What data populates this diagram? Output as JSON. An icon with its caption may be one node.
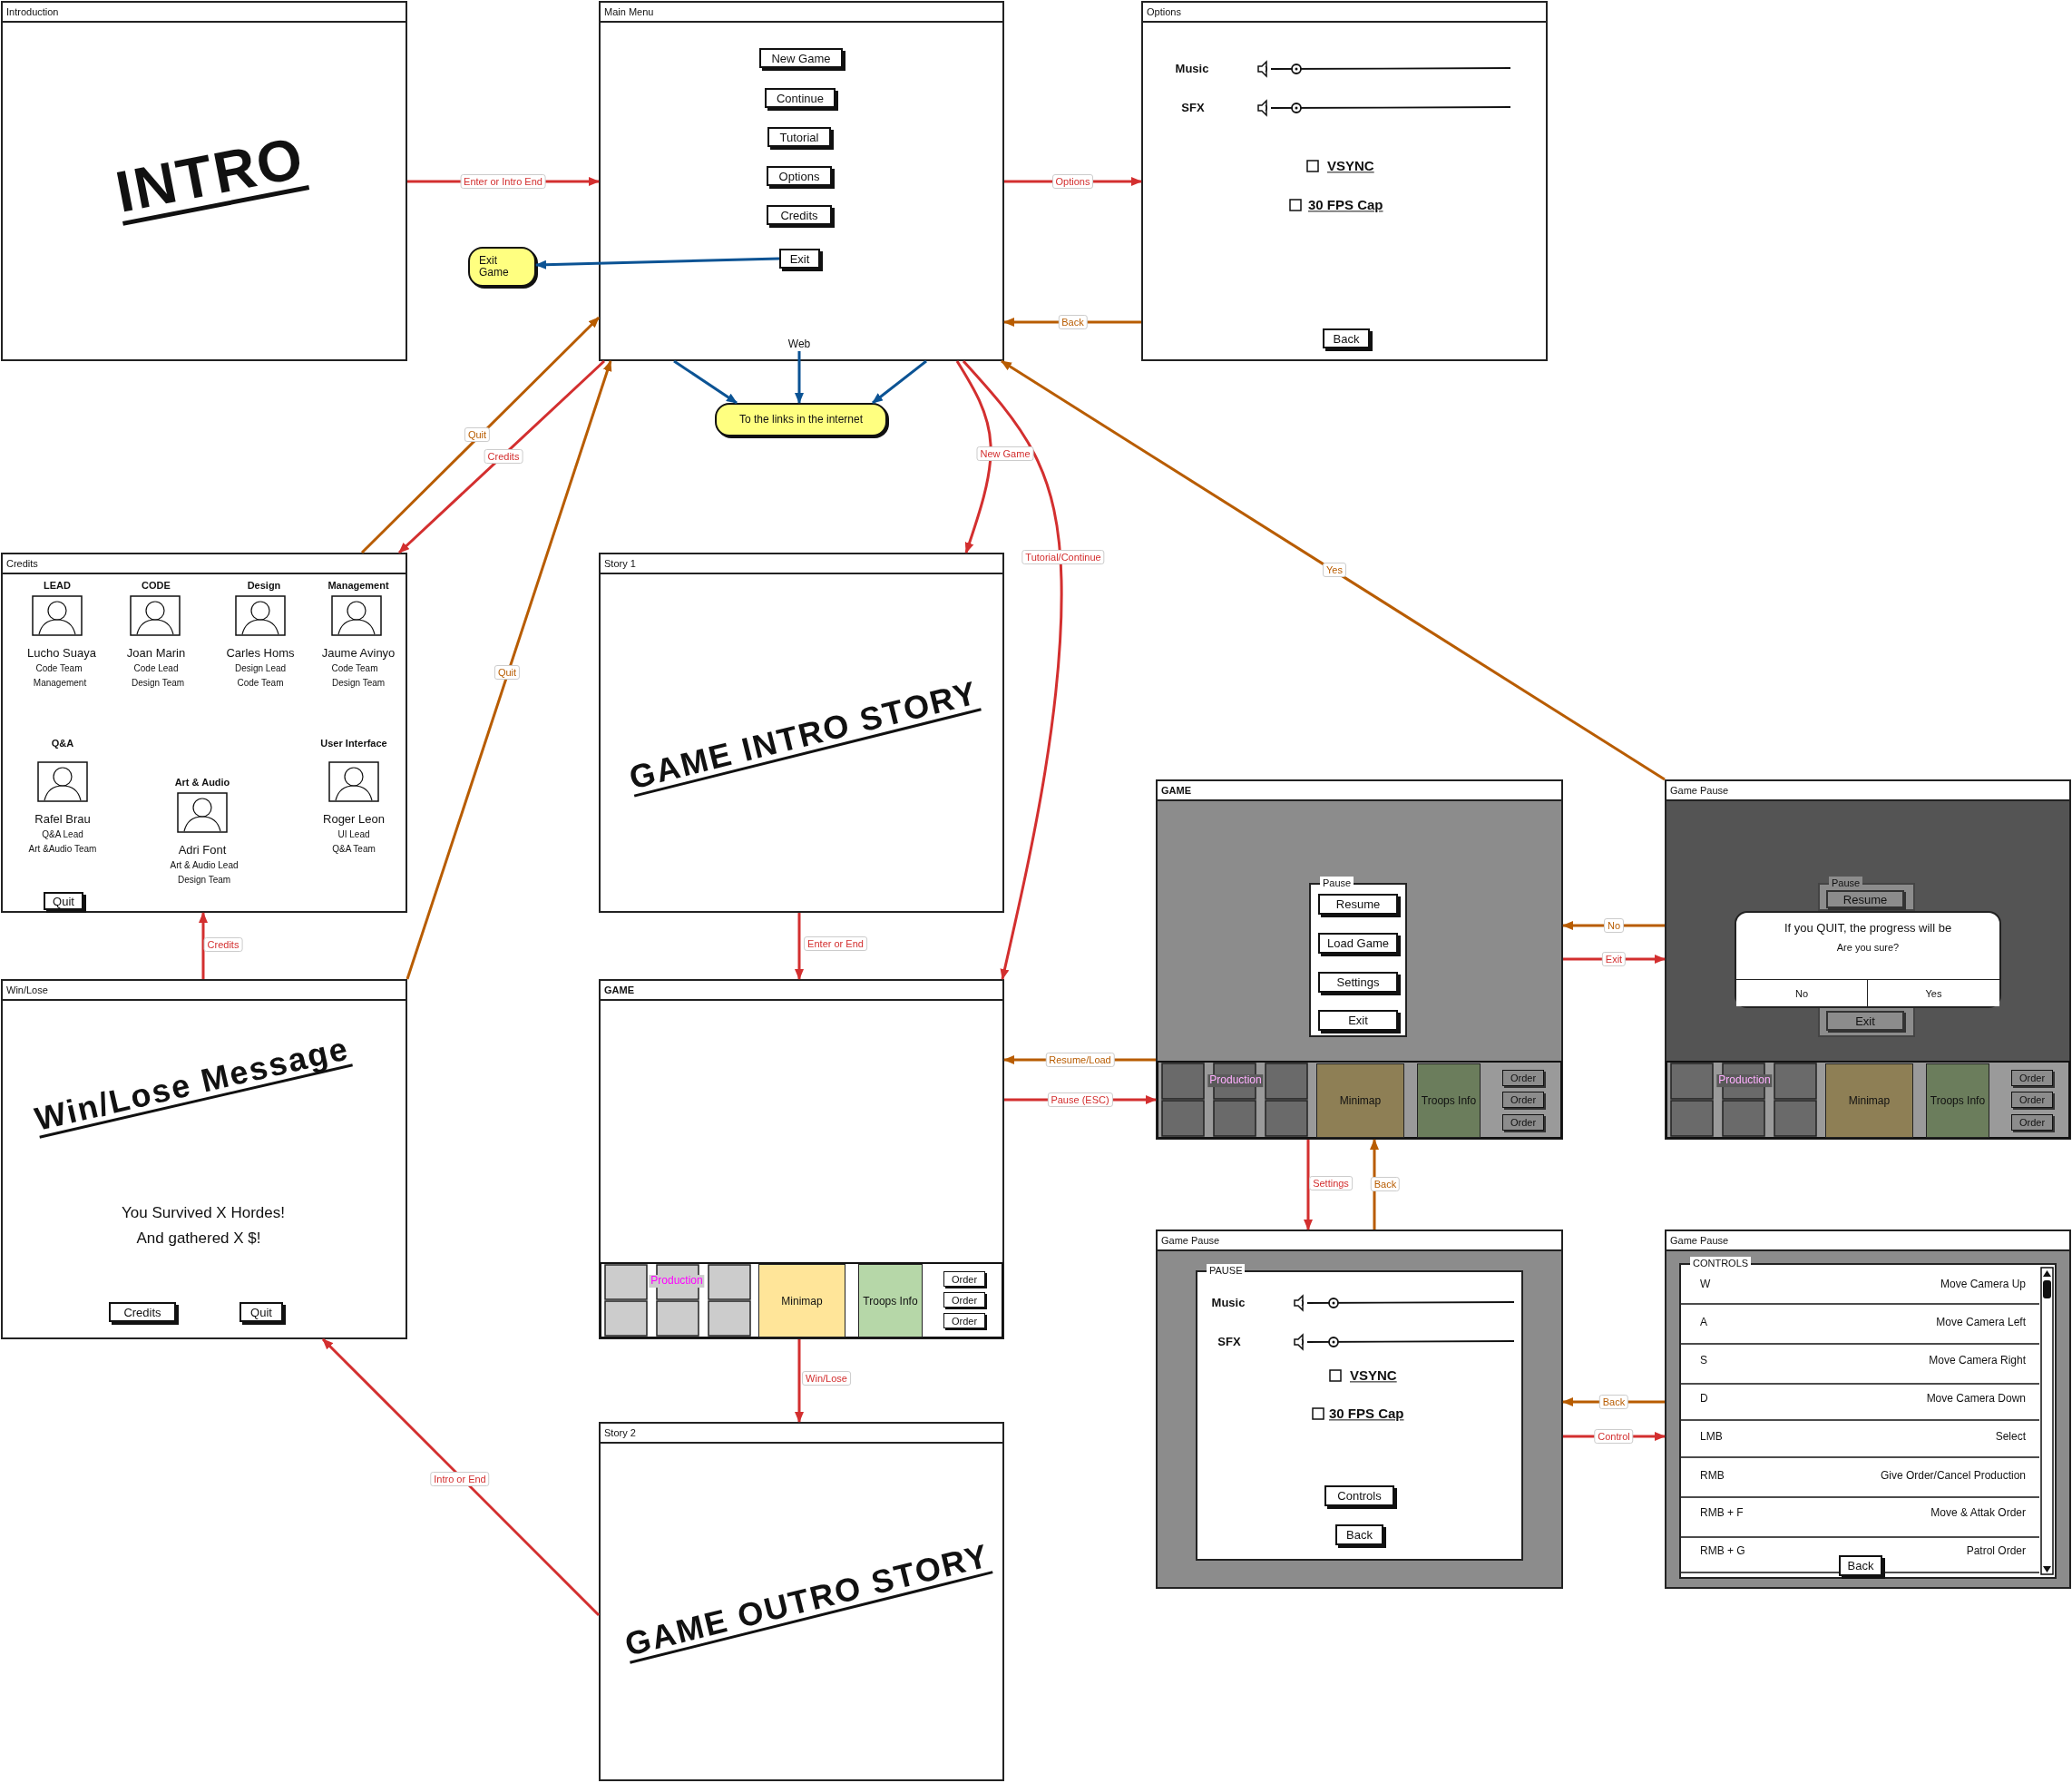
{
  "diagram": {
    "nodes": [
      {
        "text": [
          "Introduction"
        ]
      },
      {
        "text": [
          "Main Menu"
        ]
      },
      {
        "text": [
          "New Game"
        ],
        "in": 1
      },
      {
        "text": [
          "Continue"
        ],
        "in": 1
      },
      {
        "text": [
          "Tutorial"
        ],
        "in": 1
      },
      {
        "text": [
          "Options"
        ],
        "in": 1
      },
      {
        "text": [
          "Credits"
        ],
        "in": 1
      },
      {
        "text": [
          "Exit"
        ],
        "in": 1
      },
      {
        "text": [
          "Web"
        ],
        "in": 1
      },
      {
        "text": [
          "Options"
        ]
      },
      {
        "text": [
          "Back"
        ],
        "in": 9
      },
      {
        "text": [
          "Exit Game"
        ]
      },
      {
        "text": [
          "To the links in the internet"
        ]
      },
      {
        "text": [
          "Credits"
        ]
      },
      {
        "text": [
          "Quit"
        ],
        "in": 13
      },
      {
        "text": [
          "Story 1"
        ]
      },
      {
        "text": [
          "GAME"
        ]
      },
      {
        "text": [
          "Minimap"
        ],
        "in": 16
      },
      {
        "text": [
          "Troops Info"
        ],
        "in": 16
      },
      {
        "text": [
          "Order"
        ],
        "in": 16
      },
      {
        "text": [
          "Order"
        ],
        "in": 16
      },
      {
        "text": [
          "Order"
        ],
        "in": 16
      },
      {
        "text": [
          "Win/Lose"
        ]
      },
      {
        "text": [
          "Credits"
        ],
        "in": 22
      },
      {
        "text": [
          "Quit"
        ],
        "in": 22
      },
      {
        "text": [
          "Story 2"
        ]
      },
      {
        "text": [
          "GAME"
        ]
      },
      {
        "text": [
          "Pause"
        ],
        "in": 26
      },
      {
        "text": [
          "Resume"
        ],
        "in": 27
      },
      {
        "text": [
          "Load Game"
        ],
        "in": 27
      },
      {
        "text": [
          "Settings"
        ],
        "in": 27
      },
      {
        "text": [
          "Exit"
        ],
        "in": 27
      },
      {
        "text": [
          "Minimap"
        ],
        "in": 26
      },
      {
        "text": [
          "Troops Info"
        ],
        "in": 26
      },
      {
        "text": [
          "Order"
        ],
        "in": 26
      },
      {
        "text": [
          "Order"
        ],
        "in": 26
      },
      {
        "text": [
          "Order"
        ],
        "in": 26
      },
      {
        "text": [
          "Game Pause"
        ]
      },
      {
        "text": [
          "Pause"
        ],
        "in": 37
      },
      {
        "text": [
          "Resume"
        ],
        "in": 38
      },
      {
        "text": [
          "Exit"
        ],
        "in": 37
      },
      {
        "text": [
          "If you QUIT, the progress will be",
          "Are you sure?"
        ],
        "in": 37
      },
      {
        "text": [
          "No"
        ],
        "in": 41
      },
      {
        "text": [
          "Yes"
        ],
        "in": 41
      },
      {
        "text": [
          "Minimap"
        ],
        "in": 37
      },
      {
        "text": [
          "Troops Info"
        ],
        "in": 37
      },
      {
        "text": [
          "Order"
        ],
        "in": 37
      },
      {
        "text": [
          "Order"
        ],
        "in": 37
      },
      {
        "text": [
          "Order"
        ],
        "in": 37
      },
      {
        "text": [
          "Game Pause"
        ]
      },
      {
        "text": [
          "PAUSE"
        ],
        "in": 49
      },
      {
        "text": [
          "Controls"
        ],
        "in": 50
      },
      {
        "text": [
          "Back"
        ],
        "in": 50
      },
      {
        "text": [
          "Game Pause"
        ]
      },
      {
        "text": [
          "CONTROLS"
        ],
        "in": 53
      },
      {
        "text": [
          "Back"
        ],
        "in": 54
      }
    ],
    "edges": [
      {
        "from": 0,
        "to": 1,
        "arrow": "to",
        "label": "Enter or Intro End"
      },
      {
        "from": 1,
        "to": 9,
        "arrow": "to",
        "label": "Options"
      },
      {
        "from": 9,
        "to": 1,
        "arrow": "to",
        "label": "Back",
        "color": "#b85c00"
      },
      {
        "from": 7,
        "to": 11,
        "arrow": "to",
        "color": "#0b5394"
      },
      {
        "from": 1,
        "to": 12,
        "arrow": "to",
        "color": "#0b5394"
      },
      {
        "from": 8,
        "to": 12,
        "arrow": "to",
        "color": "#0b5394"
      },
      {
        "from": 1,
        "to": 12,
        "arrow": "to",
        "color": "#0b5394"
      },
      {
        "from": 1,
        "to": 13,
        "arrow": "to",
        "label": "Credits"
      },
      {
        "from": 13,
        "to": 1,
        "arrow": "to",
        "label": "Quit",
        "color": "#b85c00"
      },
      {
        "from": 1,
        "to": 15,
        "arrow": "to",
        "label": "New Game"
      },
      {
        "from": 1,
        "to": 16,
        "arrow": "to",
        "label": "Tutorial/Continue"
      },
      {
        "from": 37,
        "to": 1,
        "arrow": "to",
        "label": "Yes",
        "color": "#b85c00"
      },
      {
        "from": 15,
        "to": 16,
        "arrow": "to",
        "label": "Enter or End"
      },
      {
        "from": 16,
        "to": 25,
        "arrow": "to",
        "label": "Win/Lose"
      },
      {
        "from": 25,
        "to": 22,
        "arrow": "to",
        "label": "Intro or End"
      },
      {
        "from": 22,
        "to": 13,
        "arrow": "to",
        "label": "Credits"
      },
      {
        "from": 22,
        "to": 1,
        "arrow": "to",
        "label": "Quit",
        "color": "#b85c00"
      },
      {
        "from": 26,
        "to": 16,
        "arrow": "to",
        "label": "Resume/Load",
        "color": "#b85c00"
      },
      {
        "from": 16,
        "to": 26,
        "arrow": "to",
        "label": "Pause (ESC)"
      },
      {
        "from": 37,
        "to": 26,
        "arrow": "to",
        "label": "No",
        "color": "#b85c00"
      },
      {
        "from": 26,
        "to": 37,
        "arrow": "to",
        "label": "Exit"
      },
      {
        "from": 26,
        "to": 49,
        "arrow": "to",
        "label": "Settings"
      },
      {
        "from": 49,
        "to": 26,
        "arrow": "to",
        "label": "Back",
        "color": "#b85c00"
      },
      {
        "from": 53,
        "to": 49,
        "arrow": "to",
        "label": "Back",
        "color": "#b85c00"
      },
      {
        "from": 49,
        "to": 53,
        "arrow": "to",
        "label": "Control"
      }
    ],
    "labels": [
      "INTRO",
      "Music",
      "SFX",
      "VSYNC",
      "30 FPS Cap",
      "LEAD",
      "CODE",
      "Design",
      "Management",
      "Lucho Suaya",
      "Joan Marin",
      "Carles Homs",
      "Jaume Avinyo",
      "Code Team",
      "Code Lead",
      "Design Lead",
      "Code Team",
      "Management",
      "Design Team",
      "Code Team",
      "Design Team",
      "Q&A",
      "User Interface",
      "Art & Audio",
      "Rafel Brau",
      "Roger Leon",
      "Q&A Lead",
      "UI Lead",
      "Art &Audio Team",
      "Adri Font",
      "Q&A Team",
      "Art & Audio Lead",
      "Design Team",
      "GAME INTRO STORY",
      "Production",
      "Win/Lose Message",
      "You Survived X Hordes!",
      "And gathered X $!",
      "GAME OUTRO STORY",
      "Production",
      "Production",
      "Music",
      "SFX",
      "VSYNC",
      "30 FPS Cap",
      "W",
      "Move Camera Up",
      "A",
      "Move Camera Left",
      "S",
      "Move Camera Right",
      "D",
      "Move Camera Down",
      "LMB",
      "Select",
      "RMB",
      "Give Order/Cancel Production",
      "RMB + F",
      "Move & Attak Order",
      "RMB + G",
      "Patrol Order"
    ]
  }
}
